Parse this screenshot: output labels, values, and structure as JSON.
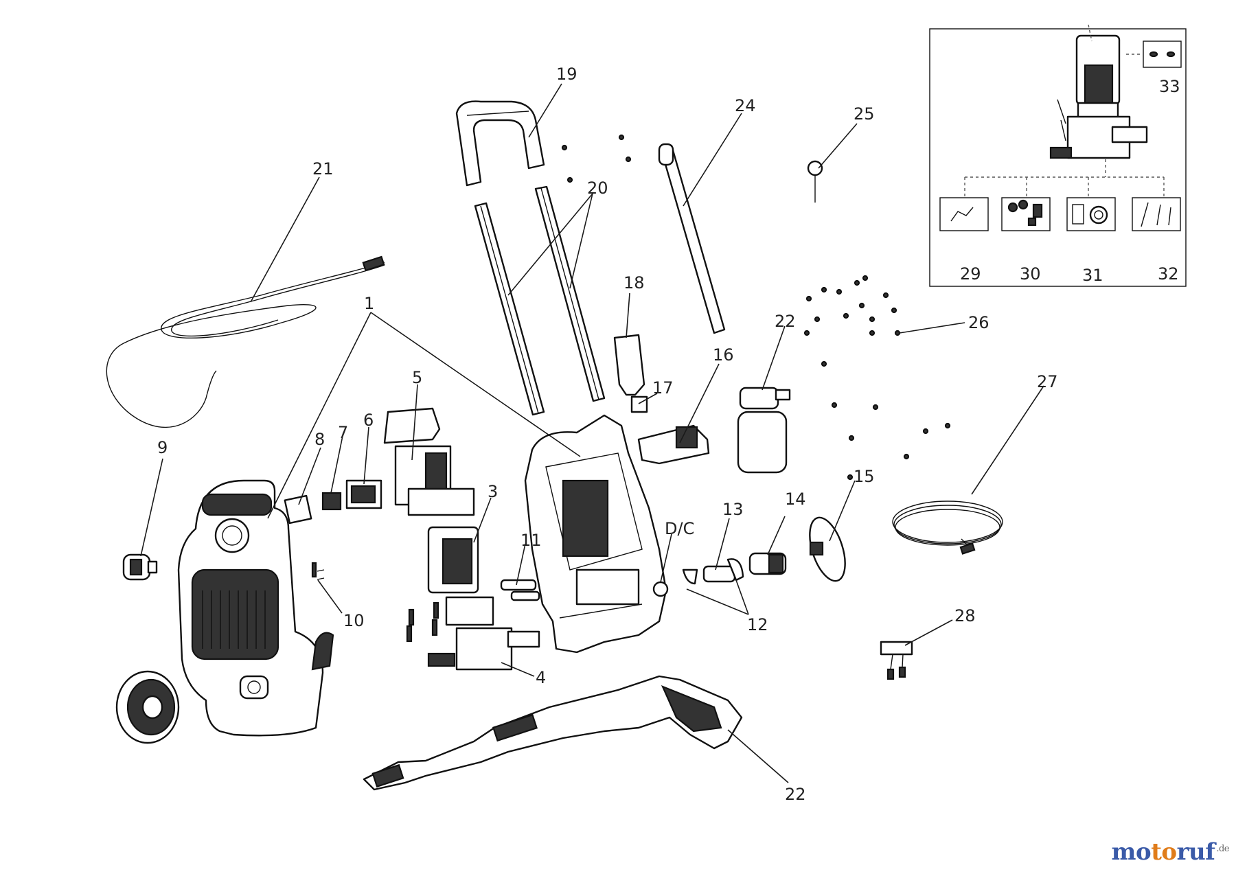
{
  "diagram": {
    "labels": {
      "p1": "1",
      "p3": "3",
      "p4": "4",
      "p5": "5",
      "p6": "6",
      "p7": "7",
      "p8": "8",
      "p9": "9",
      "p10": "10",
      "p11": "11",
      "p12": "12",
      "p13": "13",
      "p14": "14",
      "p15": "15",
      "p16": "16",
      "p17": "17",
      "p18": "18",
      "p19": "19",
      "p20": "20",
      "p21": "21",
      "p22a": "22",
      "p22b": "22",
      "p24": "24",
      "p25": "25",
      "p26": "26",
      "p27": "27",
      "p28": "28",
      "p29": "29",
      "p30": "30",
      "p31": "31",
      "p32": "32",
      "p33": "33",
      "dc": "D/C"
    }
  },
  "watermark": {
    "part1": "mo",
    "part2": "to",
    "part3": "ruf",
    "suffix": ".de"
  }
}
